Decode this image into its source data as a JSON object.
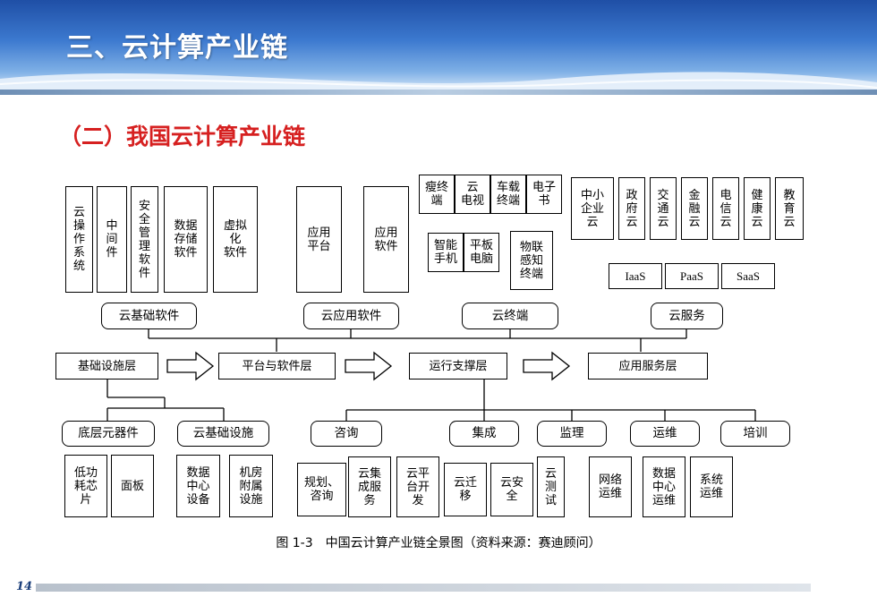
{
  "header": {
    "title": "三、云计算产业链"
  },
  "subtitle": "（二）我国云计算产业链",
  "caption": "图 1-3　中国云计算产业链全景图（资料来源：赛迪顾问）",
  "page_number": "14",
  "colors": {
    "title_red": "#d62020",
    "header_blue": "#2f64b8"
  },
  "nodes": {
    "yczxt": "云\n操\n作\n系\n统",
    "zjj": "中\n间\n件",
    "aqgl": "安\n全\n管\n理\n软\n件",
    "sjcc": "数据\n存储\n软件",
    "xnh": "虚拟\n化\n软件",
    "yypt": "应用\n平台",
    "yyrj": "应用\n软件",
    "szd": "瘦终\n端",
    "yds": "云\n电视",
    "czzd": "车载\n终端",
    "dzs": "电子\n书",
    "znsj": "智能\n手机",
    "pbdn": "平板\n电脑",
    "wlgz": "物联\n感知\n终端",
    "zxqy": "中小\n企业\n云",
    "zfy": "政\n府\n云",
    "jty": "交\n通\n云",
    "jry": "金\n融\n云",
    "dxy": "电\n信\n云",
    "jky": "健\n康\n云",
    "jyy": "教\n育\n云",
    "iaas": "IaaS",
    "paas": "PaaS",
    "saas": "SaaS",
    "yjcrj": "云基础软件",
    "yyyrj": "云应用软件",
    "yzd": "云终端",
    "yfw": "云服务",
    "jcssc": "基础设施层",
    "ptyrjc": "平台与软件层",
    "yxzcc": "运行支撑层",
    "yyfwc": "应用服务层",
    "dcyqj": "底层元器件",
    "yjcss": "云基础设施",
    "zx": "咨询",
    "jc": "集成",
    "jl": "监理",
    "yw": "运维",
    "px": "培训",
    "dgh": "低功\n耗芯\n片",
    "mb": "面板",
    "sjzx": "数据\n中心\n设备",
    "jffs": "机房\n附属\n设施",
    "ghzx": "规划、\n咨询",
    "yjcfw": "云集\n成服\n务",
    "yptkf": "云平\n台开\n发",
    "yqy": "云迁\n移",
    "yaq": "云安\n全",
    "ycs": "云\n测\n试",
    "wlyw": "网络\n运维",
    "sjzxyw": "数据\n中心\n运维",
    "xtyw": "系统\n运维"
  }
}
